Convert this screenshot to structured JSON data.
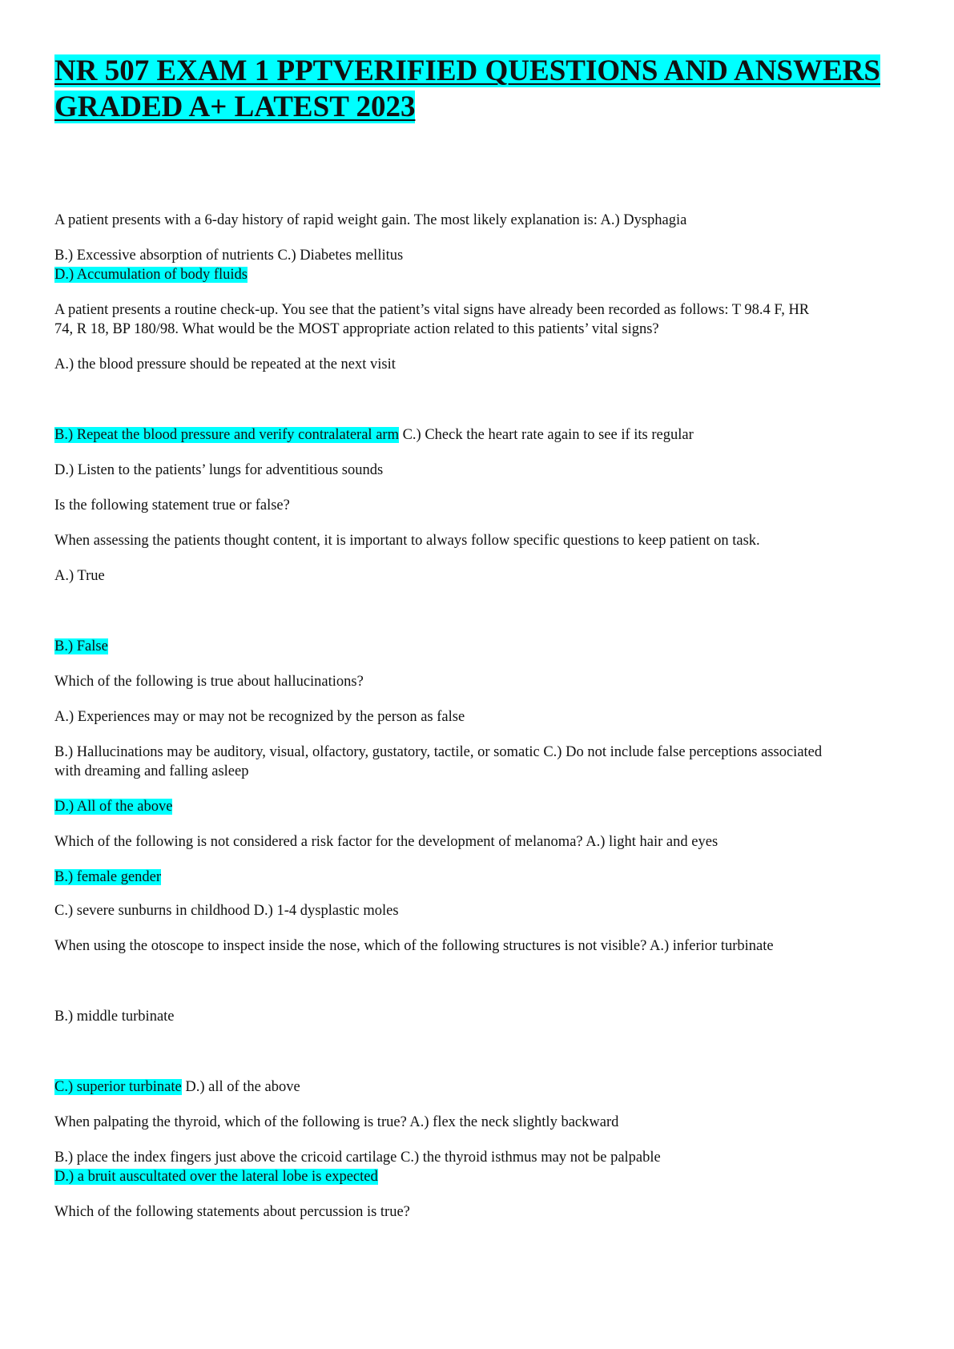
{
  "title": {
    "line1": "NR 507 EXAM 1 PPTVERIFIED QUESTIONS AND ANSWERS ",
    "line2": "GRADED A+ LATEST 2023"
  },
  "lines": {
    "l01": "A patient presents with a 6-day history of rapid weight gain. The most likely explanation is: A.) Dysphagia",
    "l02": "B.) Excessive absorption of nutrients C.) Diabetes mellitus",
    "l03": "D.) Accumulation of body fluids",
    "l04": "A patient presents a routine check-up. You see that the patient’s vital signs have already been recorded as follows: T 98.4 F, HR",
    "l05": "74, R 18, BP 180/98. What would be the MOST appropriate action related to this patients’ vital signs?",
    "l06": "A.) the blood pressure should be repeated at the next visit",
    "l07a": "B.) Repeat the blood pressure and verify contralateral arm",
    "l07b": " C.) Check the heart rate again to see if its regular",
    "l08": "D.) Listen to the patients’ lungs for adventitious sounds",
    "l09": "Is the following statement true or false?",
    "l10": "When assessing the patients thought content, it is important to always follow specific questions to keep patient on task.",
    "l11": "A.) True",
    "l12": "B.) False",
    "l13": "Which of the following is true about hallucinations?",
    "l14": "A.) Experiences may or may not be recognized by the person as false",
    "l15": "B.) Hallucinations may be auditory, visual, olfactory, gustatory, tactile, or somatic C.) Do not include false perceptions associated",
    "l16": "with dreaming and falling asleep",
    "l17": "D.) All of the above",
    "l18": "Which of the following is not considered a risk factor for the development of melanoma? A.) light hair and eyes",
    "l19": "B.) female gender",
    "l20": "C.) severe sunburns in childhood D.) 1-4 dysplastic moles",
    "l21": "When using the otoscope to inspect inside the nose, which of the following structures is not visible? A.) inferior turbinate",
    "l22": "B.) middle turbinate",
    "l23a": "C.) superior turbinate",
    "l23b": " D.) all of the above",
    "l24": "When palpating the thyroid, which of the following is true? A.) flex the neck slightly backward",
    "l25": "B.) place the index fingers just above the cricoid cartilage C.) the thyroid isthmus may not be palpable",
    "l26": "D.) a bruit auscultated over the lateral lobe is expected",
    "l27": "Which of the following statements about percussion is true?"
  },
  "colors": {
    "highlight": "#00ffff",
    "text": "#111111",
    "background": "#ffffff"
  }
}
